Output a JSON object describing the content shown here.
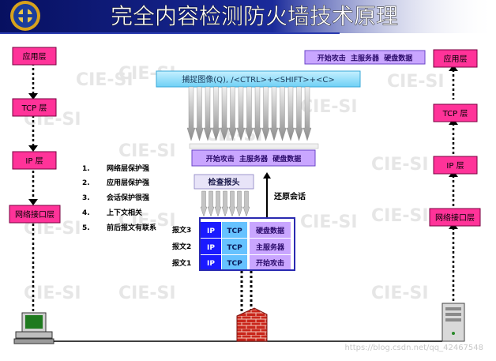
{
  "title": "完全内容检测防火墙技术原理",
  "watermarks": [
    "CIE-SI",
    "CIE-SI",
    "CIE-SI",
    "CIE-SI",
    "CIE-SI",
    "CIE-SI",
    "CIE-SI",
    "CIE-SI",
    "CIE-SI",
    "CIE-SI",
    "CIE-SI",
    "CIE-SI",
    "CIE-SI",
    "CIE-SI",
    "CIE-SI"
  ],
  "left_stack": [
    "应用层",
    "TCP 层",
    "IP 层",
    "网络接口层"
  ],
  "right_stack": [
    "应用层",
    "TCP 层",
    "IP 层",
    "网络接口层"
  ],
  "top_right_payload": "开始攻击  主服务器  硬盘数据",
  "capture_bar": "捕捉图像(Q), /<CTRL>+<SHIFT>+<C>",
  "middle_payload": "开始攻击  主服务器  硬盘数据",
  "check_header": "检查报头",
  "restore_session": "还原会话",
  "features": [
    {
      "num": "1.",
      "text": "网络层保护强"
    },
    {
      "num": "2.",
      "text": "应用层保护强"
    },
    {
      "num": "3.",
      "text": "会话保护很强"
    },
    {
      "num": "4.",
      "text": "上下文相关"
    },
    {
      "num": "5.",
      "text": "前后报文有联系"
    }
  ],
  "packets": [
    {
      "label": "报文3",
      "ip": "IP",
      "tcp": "TCP",
      "data": "硬盘数据"
    },
    {
      "label": "报文2",
      "ip": "IP",
      "tcp": "TCP",
      "data": "主服务器"
    },
    {
      "label": "报文1",
      "ip": "IP",
      "tcp": "TCP",
      "data": "开始攻击"
    }
  ],
  "credit": "https://blog.csdn.net/qq_42467548",
  "colors": {
    "layer_box": "#ff3399",
    "layer_text": "#000000",
    "banner": "#0a1478",
    "payload_box": "#c9a6ff",
    "capture_bar": "#9ae0ff",
    "ip_cell": "#1a1aff",
    "tcp_cell": "#66c2ff",
    "data_cell": "#c9a6ff",
    "brick": "#d42a1e",
    "monitor_screen": "#1f7a1f"
  },
  "icons": {
    "logo": "circular-emblem",
    "pc": "desktop-computer-icon",
    "server": "server-tower-icon",
    "firewall": "brick-wall-icon"
  }
}
